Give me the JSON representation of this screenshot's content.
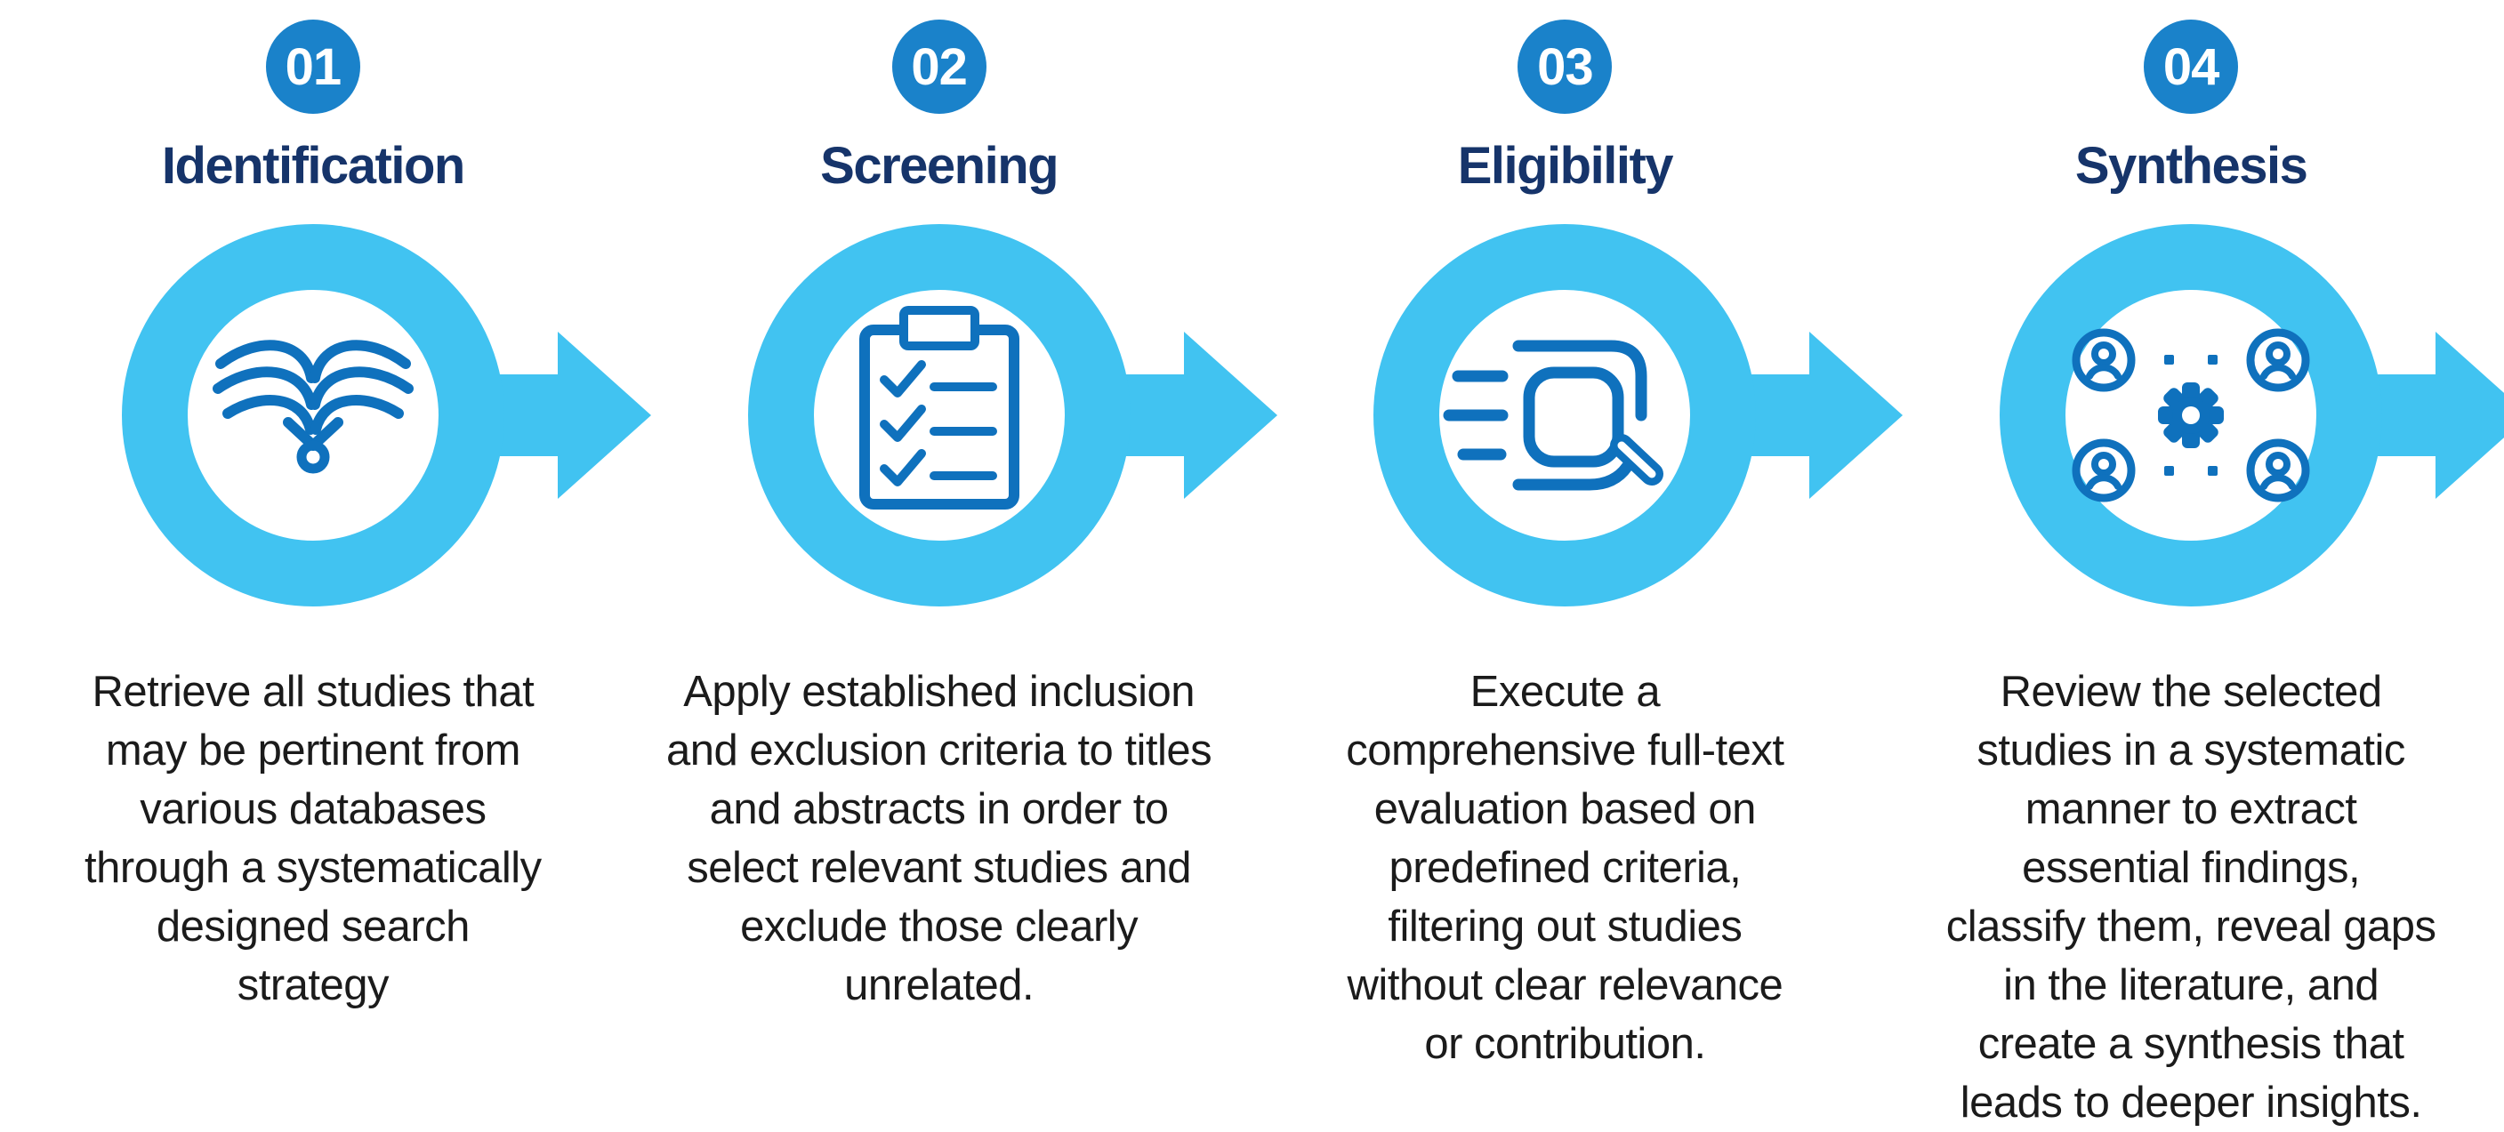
{
  "figure": {
    "type": "process-flow-infographic",
    "background": "#ffffff",
    "colors": {
      "badge_blue": "#1a82ca",
      "ring_arrow_blue": "#41c3f1",
      "icon_stroke_blue": "#0f71bd",
      "title_navy": "#16346a",
      "description_text": "#1b1b1b"
    }
  },
  "steps": [
    {
      "number": "01",
      "title": "Identification",
      "icon": "open-book-icon",
      "description": "Retrieve all studies that\nmay be pertinent from\nvarious databases\nthrough a systematically\ndesigned search\nstrategy"
    },
    {
      "number": "02",
      "title": "Screening",
      "icon": "checklist-clipboard-icon",
      "description": "Apply established inclusion\nand exclusion criteria to titles\nand abstracts in order to\nselect relevant studies and\nexclude those clearly\nunrelated."
    },
    {
      "number": "03",
      "title": "Eligibility",
      "icon": "search-magnifier-icon",
      "description": "Execute a\ncomprehensive full-text\nevaluation based on\npredefined criteria,\nfiltering out studies\nwithout clear relevance\nor contribution."
    },
    {
      "number": "04",
      "title": "Synthesis",
      "icon": "people-network-gear-icon",
      "description": "Review the selected\nstudies in a systematic\nmanner to extract\nessential findings,\nclassify them, reveal gaps\nin the literature, and\ncreate a synthesis that\nleads to deeper insights."
    }
  ]
}
